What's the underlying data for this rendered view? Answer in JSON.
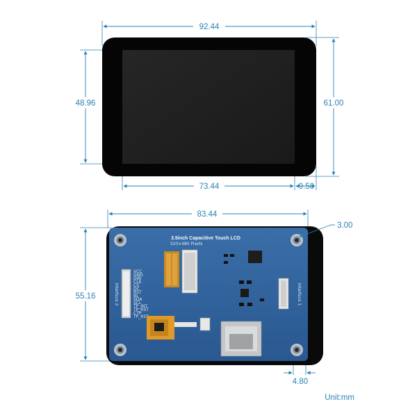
{
  "front_view": {
    "dims": {
      "overall_width": "92.44",
      "active_height": "48.96",
      "overall_height": "61.00",
      "active_width": "73.44",
      "right_margin": "9.50"
    }
  },
  "back_view": {
    "dims": {
      "board_width": "83.44",
      "board_height": "55.16",
      "hole_diameter": "3.00",
      "hole_offset": "4.80"
    },
    "pcb_title": "3.5inch Capacitive Touch LCD",
    "pcb_subtitle": "320×480 Pixels",
    "interface_2_label": "Interface 2",
    "interface_1_label": "Interface 1",
    "pin_labels": [
      "VCC",
      "GND",
      "DIN",
      "CLK",
      "CS",
      "DC",
      "RST",
      "BL",
      "SDA",
      "SCL",
      "TP_INT",
      "TP_RST",
      "CTP",
      "TP_RST"
    ]
  },
  "unit_label": "Unit:mm",
  "colors": {
    "dimension": "#2b82b5",
    "pcb": "#2d5e96",
    "frame": "#000000"
  }
}
